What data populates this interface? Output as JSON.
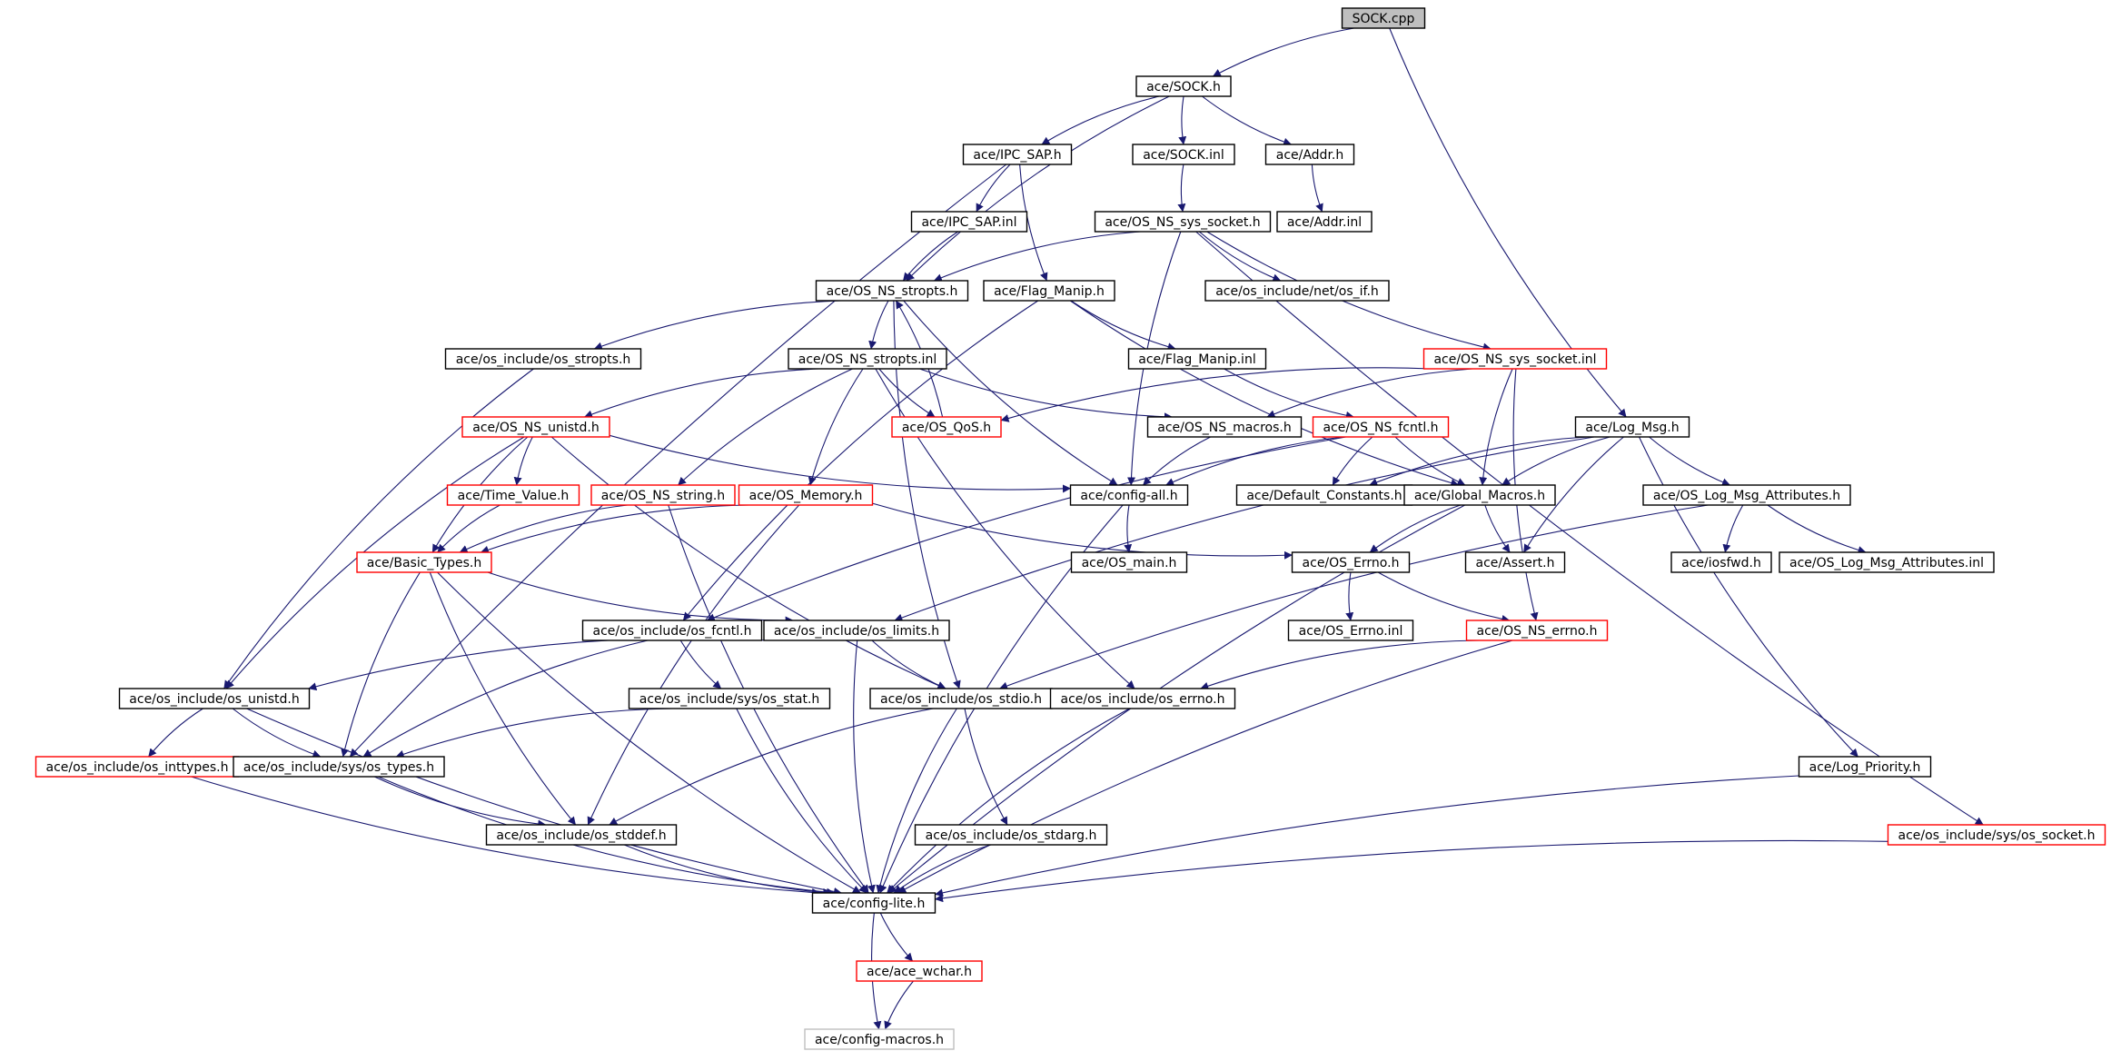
{
  "colors": {
    "edge": "#191970",
    "normal_border": "#000000",
    "truncated_border": "#ff0000",
    "root_fill": "#bfbfbf",
    "external_border": "#bfbfbf",
    "external_text": "#666666"
  },
  "nodes": [
    {
      "id": "sock_cpp",
      "label": "SOCK.cpp",
      "style": "root"
    },
    {
      "id": "sock_h",
      "label": "ace/SOCK.h",
      "style": "normal"
    },
    {
      "id": "ipc_sap_h",
      "label": "ace/IPC_SAP.h",
      "style": "normal"
    },
    {
      "id": "sock_inl",
      "label": "ace/SOCK.inl",
      "style": "normal"
    },
    {
      "id": "addr_h",
      "label": "ace/Addr.h",
      "style": "normal"
    },
    {
      "id": "ipc_sap_inl",
      "label": "ace/IPC_SAP.inl",
      "style": "normal"
    },
    {
      "id": "os_ns_sys_socket_h",
      "label": "ace/OS_NS_sys_socket.h",
      "style": "normal"
    },
    {
      "id": "addr_inl",
      "label": "ace/Addr.inl",
      "style": "normal"
    },
    {
      "id": "os_ns_stropts_h",
      "label": "ace/OS_NS_stropts.h",
      "style": "normal"
    },
    {
      "id": "flag_manip_h",
      "label": "ace/Flag_Manip.h",
      "style": "normal"
    },
    {
      "id": "net_os_if_h",
      "label": "ace/os_include/net/os_if.h",
      "style": "normal"
    },
    {
      "id": "os_stropts_h",
      "label": "ace/os_include/os_stropts.h",
      "style": "normal"
    },
    {
      "id": "os_ns_stropts_inl",
      "label": "ace/OS_NS_stropts.inl",
      "style": "normal"
    },
    {
      "id": "flag_manip_inl",
      "label": "ace/Flag_Manip.inl",
      "style": "normal"
    },
    {
      "id": "os_ns_sys_socket_inl",
      "label": "ace/OS_NS_sys_socket.inl",
      "style": "truncated"
    },
    {
      "id": "os_ns_unistd_h",
      "label": "ace/OS_NS_unistd.h",
      "style": "truncated"
    },
    {
      "id": "os_qos_h",
      "label": "ace/OS_QoS.h",
      "style": "truncated"
    },
    {
      "id": "os_ns_macros_h",
      "label": "ace/OS_NS_macros.h",
      "style": "normal"
    },
    {
      "id": "os_ns_fcntl_h",
      "label": "ace/OS_NS_fcntl.h",
      "style": "truncated"
    },
    {
      "id": "log_msg_h",
      "label": "ace/Log_Msg.h",
      "style": "normal"
    },
    {
      "id": "time_value_h",
      "label": "ace/Time_Value.h",
      "style": "truncated"
    },
    {
      "id": "os_ns_string_h",
      "label": "ace/OS_NS_string.h",
      "style": "truncated"
    },
    {
      "id": "os_memory_h",
      "label": "ace/OS_Memory.h",
      "style": "truncated"
    },
    {
      "id": "config_all_h",
      "label": "ace/config-all.h",
      "style": "normal"
    },
    {
      "id": "default_constants_h",
      "label": "ace/Default_Constants.h",
      "style": "normal"
    },
    {
      "id": "global_macros_h",
      "label": "ace/Global_Macros.h",
      "style": "normal"
    },
    {
      "id": "os_log_msg_attributes_h",
      "label": "ace/OS_Log_Msg_Attributes.h",
      "style": "normal"
    },
    {
      "id": "basic_types_h",
      "label": "ace/Basic_Types.h",
      "style": "truncated"
    },
    {
      "id": "os_main_h",
      "label": "ace/OS_main.h",
      "style": "normal"
    },
    {
      "id": "os_errno_h",
      "label": "ace/OS_Errno.h",
      "style": "normal"
    },
    {
      "id": "assert_h",
      "label": "ace/Assert.h",
      "style": "normal"
    },
    {
      "id": "iosfwd_h",
      "label": "ace/iosfwd.h",
      "style": "normal"
    },
    {
      "id": "os_log_msg_attributes_inl",
      "label": "ace/OS_Log_Msg_Attributes.inl",
      "style": "normal"
    },
    {
      "id": "os_fcntl_h",
      "label": "ace/os_include/os_fcntl.h",
      "style": "normal"
    },
    {
      "id": "os_limits_h",
      "label": "ace/os_include/os_limits.h",
      "style": "normal"
    },
    {
      "id": "os_errno_inl",
      "label": "ace/OS_Errno.inl",
      "style": "normal"
    },
    {
      "id": "os_ns_errno_h",
      "label": "ace/OS_NS_errno.h",
      "style": "truncated"
    },
    {
      "id": "os_unistd_h",
      "label": "ace/os_include/os_unistd.h",
      "style": "normal"
    },
    {
      "id": "sys_os_stat_h",
      "label": "ace/os_include/sys/os_stat.h",
      "style": "normal"
    },
    {
      "id": "os_stdio_h",
      "label": "ace/os_include/os_stdio.h",
      "style": "normal"
    },
    {
      "id": "os_errno_h_inc",
      "label": "ace/os_include/os_errno.h",
      "style": "normal"
    },
    {
      "id": "os_inttypes_h",
      "label": "ace/os_include/os_inttypes.h",
      "style": "truncated"
    },
    {
      "id": "sys_os_types_h",
      "label": "ace/os_include/sys/os_types.h",
      "style": "normal"
    },
    {
      "id": "log_priority_h",
      "label": "ace/Log_Priority.h",
      "style": "normal"
    },
    {
      "id": "os_stddef_h",
      "label": "ace/os_include/os_stddef.h",
      "style": "normal"
    },
    {
      "id": "os_stdarg_h",
      "label": "ace/os_include/os_stdarg.h",
      "style": "normal"
    },
    {
      "id": "sys_os_socket_h",
      "label": "ace/os_include/sys/os_socket.h",
      "style": "truncated"
    },
    {
      "id": "config_lite_h",
      "label": "ace/config-lite.h",
      "style": "normal"
    },
    {
      "id": "ace_wchar_h",
      "label": "ace/ace_wchar.h",
      "style": "truncated"
    },
    {
      "id": "config_macros_h",
      "label": "ace/config-macros.h",
      "style": "external"
    }
  ],
  "edges": [
    [
      "sock_cpp",
      "sock_h"
    ],
    [
      "sock_cpp",
      "log_msg_h"
    ],
    [
      "sock_h",
      "ipc_sap_h"
    ],
    [
      "sock_h",
      "sock_inl"
    ],
    [
      "sock_h",
      "addr_h"
    ],
    [
      "sock_h",
      "os_ns_stropts_h"
    ],
    [
      "addr_h",
      "addr_inl"
    ],
    [
      "ipc_sap_h",
      "ipc_sap_inl"
    ],
    [
      "ipc_sap_h",
      "flag_manip_h"
    ],
    [
      "ipc_sap_h",
      "sys_os_types_h"
    ],
    [
      "ipc_sap_inl",
      "os_ns_stropts_h"
    ],
    [
      "sock_inl",
      "os_ns_sys_socket_h"
    ],
    [
      "os_ns_sys_socket_h",
      "os_ns_stropts_h"
    ],
    [
      "os_ns_sys_socket_h",
      "net_os_if_h"
    ],
    [
      "os_ns_sys_socket_h",
      "os_ns_sys_socket_inl"
    ],
    [
      "os_ns_sys_socket_h",
      "config_all_h"
    ],
    [
      "os_ns_sys_socket_h",
      "sys_os_socket_h"
    ],
    [
      "os_ns_stropts_h",
      "os_stropts_h"
    ],
    [
      "os_ns_stropts_h",
      "os_ns_stropts_inl"
    ],
    [
      "os_ns_stropts_h",
      "config_all_h"
    ],
    [
      "os_ns_stropts_h",
      "os_stdio_h"
    ],
    [
      "os_qos_h",
      "os_ns_stropts_h"
    ],
    [
      "flag_manip_h",
      "flag_manip_inl"
    ],
    [
      "flag_manip_h",
      "global_macros_h"
    ],
    [
      "flag_manip_h",
      "os_fcntl_h"
    ],
    [
      "flag_manip_inl",
      "os_ns_fcntl_h"
    ],
    [
      "os_stropts_h",
      "os_unistd_h"
    ],
    [
      "os_ns_stropts_inl",
      "os_ns_unistd_h"
    ],
    [
      "os_ns_stropts_inl",
      "os_ns_string_h"
    ],
    [
      "os_ns_stropts_inl",
      "os_memory_h"
    ],
    [
      "os_ns_stropts_inl",
      "os_qos_h"
    ],
    [
      "os_ns_stropts_inl",
      "os_ns_macros_h"
    ],
    [
      "os_ns_stropts_inl",
      "os_errno_h_inc"
    ],
    [
      "os_ns_sys_socket_inl",
      "os_qos_h"
    ],
    [
      "os_ns_sys_socket_inl",
      "os_ns_macros_h"
    ],
    [
      "os_ns_sys_socket_inl",
      "global_macros_h"
    ],
    [
      "os_ns_sys_socket_inl",
      "os_ns_errno_h"
    ],
    [
      "os_ns_unistd_h",
      "time_value_h"
    ],
    [
      "os_ns_unistd_h",
      "basic_types_h"
    ],
    [
      "os_ns_unistd_h",
      "config_all_h"
    ],
    [
      "os_ns_unistd_h",
      "os_unistd_h"
    ],
    [
      "os_ns_unistd_h",
      "os_stdio_h"
    ],
    [
      "time_value_h",
      "basic_types_h"
    ],
    [
      "os_ns_string_h",
      "basic_types_h"
    ],
    [
      "os_ns_string_h",
      "config_lite_h"
    ],
    [
      "os_memory_h",
      "basic_types_h"
    ],
    [
      "os_memory_h",
      "os_errno_h"
    ],
    [
      "os_memory_h",
      "os_stddef_h"
    ],
    [
      "os_ns_macros_h",
      "config_all_h"
    ],
    [
      "os_ns_fcntl_h",
      "config_all_h"
    ],
    [
      "os_ns_fcntl_h",
      "default_constants_h"
    ],
    [
      "os_ns_fcntl_h",
      "global_macros_h"
    ],
    [
      "os_ns_fcntl_h",
      "os_fcntl_h"
    ],
    [
      "log_msg_h",
      "default_constants_h"
    ],
    [
      "log_msg_h",
      "global_macros_h"
    ],
    [
      "log_msg_h",
      "assert_h"
    ],
    [
      "log_msg_h",
      "os_log_msg_attributes_h"
    ],
    [
      "log_msg_h",
      "log_priority_h"
    ],
    [
      "log_msg_h",
      "os_limits_h"
    ],
    [
      "config_all_h",
      "os_main_h"
    ],
    [
      "config_all_h",
      "config_lite_h"
    ],
    [
      "global_macros_h",
      "os_errno_h"
    ],
    [
      "global_macros_h",
      "assert_h"
    ],
    [
      "global_macros_h",
      "config_lite_h"
    ],
    [
      "os_log_msg_attributes_h",
      "iosfwd_h"
    ],
    [
      "os_log_msg_attributes_h",
      "os_log_msg_attributes_inl"
    ],
    [
      "os_log_msg_attributes_h",
      "os_stdio_h"
    ],
    [
      "basic_types_h",
      "os_limits_h"
    ],
    [
      "basic_types_h",
      "sys_os_types_h"
    ],
    [
      "basic_types_h",
      "os_stddef_h"
    ],
    [
      "basic_types_h",
      "config_lite_h"
    ],
    [
      "os_errno_h",
      "os_errno_inl"
    ],
    [
      "os_errno_h",
      "os_ns_errno_h"
    ],
    [
      "os_ns_errno_h",
      "os_errno_h_inc"
    ],
    [
      "os_ns_errno_h",
      "config_lite_h"
    ],
    [
      "os_fcntl_h",
      "sys_os_stat_h"
    ],
    [
      "os_fcntl_h",
      "sys_os_types_h"
    ],
    [
      "os_limits_h",
      "os_unistd_h"
    ],
    [
      "os_limits_h",
      "os_stdio_h"
    ],
    [
      "os_limits_h",
      "config_lite_h"
    ],
    [
      "os_unistd_h",
      "os_inttypes_h"
    ],
    [
      "os_unistd_h",
      "sys_os_types_h"
    ],
    [
      "os_unistd_h",
      "config_lite_h"
    ],
    [
      "sys_os_stat_h",
      "sys_os_types_h"
    ],
    [
      "sys_os_stat_h",
      "config_lite_h"
    ],
    [
      "os_stdio_h",
      "os_stddef_h"
    ],
    [
      "os_stdio_h",
      "os_stdarg_h"
    ],
    [
      "os_stdio_h",
      "config_lite_h"
    ],
    [
      "os_errno_h_inc",
      "config_lite_h"
    ],
    [
      "os_inttypes_h",
      "config_lite_h"
    ],
    [
      "sys_os_types_h",
      "os_stddef_h"
    ],
    [
      "sys_os_types_h",
      "config_lite_h"
    ],
    [
      "os_stddef_h",
      "config_lite_h"
    ],
    [
      "os_stdarg_h",
      "config_lite_h"
    ],
    [
      "log_priority_h",
      "config_lite_h"
    ],
    [
      "sys_os_socket_h",
      "config_lite_h"
    ],
    [
      "config_lite_h",
      "ace_wchar_h"
    ],
    [
      "config_lite_h",
      "config_macros_h"
    ],
    [
      "ace_wchar_h",
      "config_macros_h"
    ]
  ]
}
